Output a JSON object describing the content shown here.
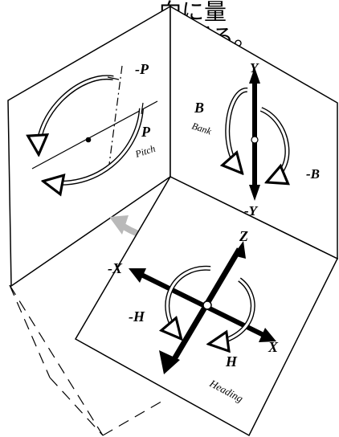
{
  "caption": {
    "line1": "向に量",
    "line2": "に折る。"
  },
  "labels": {
    "pitch_neg": "-P",
    "pitch_pos": "P",
    "pitch_name": "Pitch",
    "bank_pos": "B",
    "bank_name": "Bank",
    "bank_neg": "-B",
    "y_pos": "Y",
    "y_neg": "-Y",
    "z_pos": "Z",
    "x_neg": "-X",
    "x_pos": "X",
    "heading_neg": "-H",
    "heading_pos": "H",
    "heading_name": "Heading"
  },
  "colors": {
    "line": "#000000",
    "fold_arrow": "#b9b9b9",
    "panel": "#ffffff"
  }
}
